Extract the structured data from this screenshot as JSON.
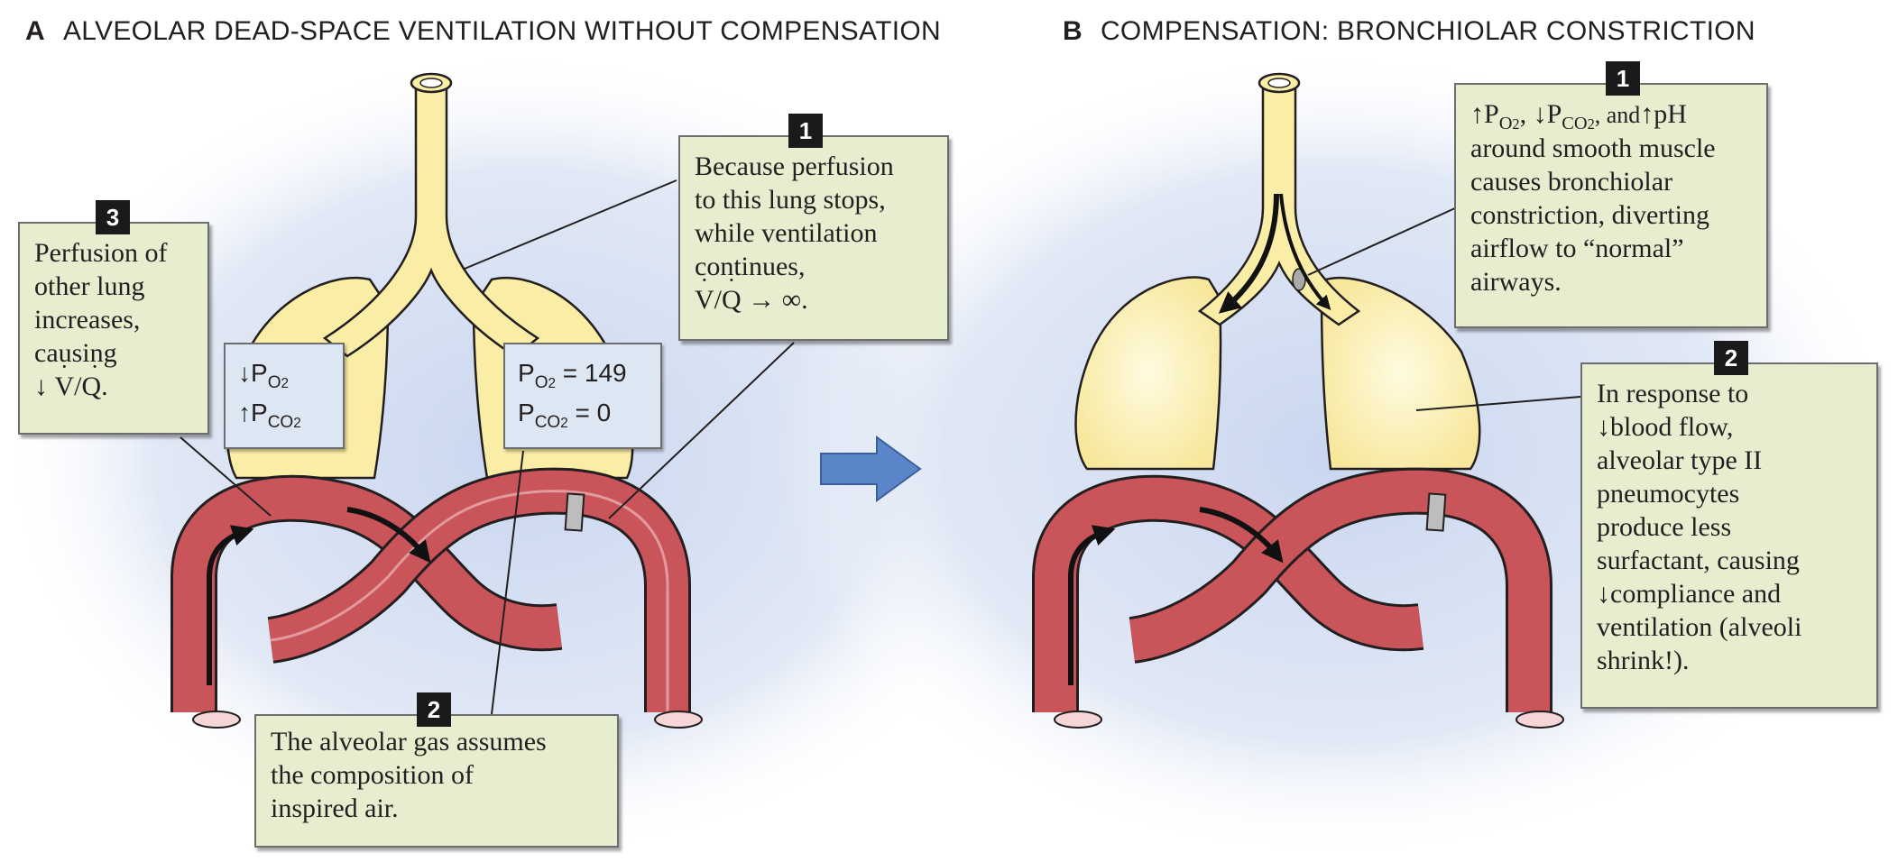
{
  "panel_a": {
    "letter": "A",
    "title": "ALVEOLAR DEAD-SPACE VENTILATION WITHOUT COMPENSATION",
    "callout_1": {
      "num": "1",
      "lines": [
        "Because perfusion",
        "to this lung stops,",
        "while ventilation",
        "continues,"
      ],
      "vq_v": "V",
      "vq_slash": "/",
      "vq_q": "Q",
      "vq_arrow": "→",
      "vq_infinity": "∞."
    },
    "callout_2": {
      "num": "2",
      "lines": [
        "The alveolar gas assumes",
        "the composition of",
        "inspired air."
      ]
    },
    "callout_3": {
      "num": "3",
      "lines": [
        "Perfusion of",
        "other lung",
        "increases,",
        "causing"
      ],
      "arrow": "↓",
      "vq_v": "V",
      "vq_slash": "/",
      "vq_q": "Q."
    },
    "left_lung_box": {
      "down_arrow": "↓",
      "up_arrow": "↑",
      "p": "P",
      "o2": "O",
      "o2_sub": "2",
      "co2": "CO",
      "co2_sub": "2"
    },
    "right_lung_box": {
      "p": "P",
      "o2": "O",
      "o2_sub": "2",
      "o2_value": " = 149",
      "co2": "CO",
      "co2_sub": "2",
      "co2_value": " = 0"
    }
  },
  "panel_b": {
    "letter": "B",
    "title": "COMPENSATION: BRONCHIOLAR CONSTRICTION",
    "callout_1": {
      "num": "1",
      "up1": "↑",
      "p": "P",
      "o2": "O",
      "o2_sub": "2",
      "sep1": ", ",
      "down": "↓",
      "co2": "CO",
      "co2_sub": "2",
      "sep2": ", and",
      "up2": "↑",
      "ph": "pH",
      "lines": [
        "around smooth muscle",
        "causes bronchiolar",
        "constriction, diverting",
        "airflow to “normal”",
        "airways."
      ]
    },
    "callout_2": {
      "num": "2",
      "line1": "In response to",
      "arrow1": "↓",
      "line2": "blood flow,",
      "lines": [
        "alveolar type II",
        "pneumocytes",
        "produce less",
        "surfactant, causing"
      ],
      "arrow2": "↓",
      "line7": "compliance and",
      "lines_end": [
        "ventilation (alveoli",
        "shrink!)."
      ]
    }
  },
  "colors": {
    "callout_fill": "#e6eecf",
    "airway_fill": "#faeea6",
    "vessel_fill": "#c9545a",
    "background_glow": "#c9d6ef",
    "arrow_blue": "#5a86c9"
  }
}
